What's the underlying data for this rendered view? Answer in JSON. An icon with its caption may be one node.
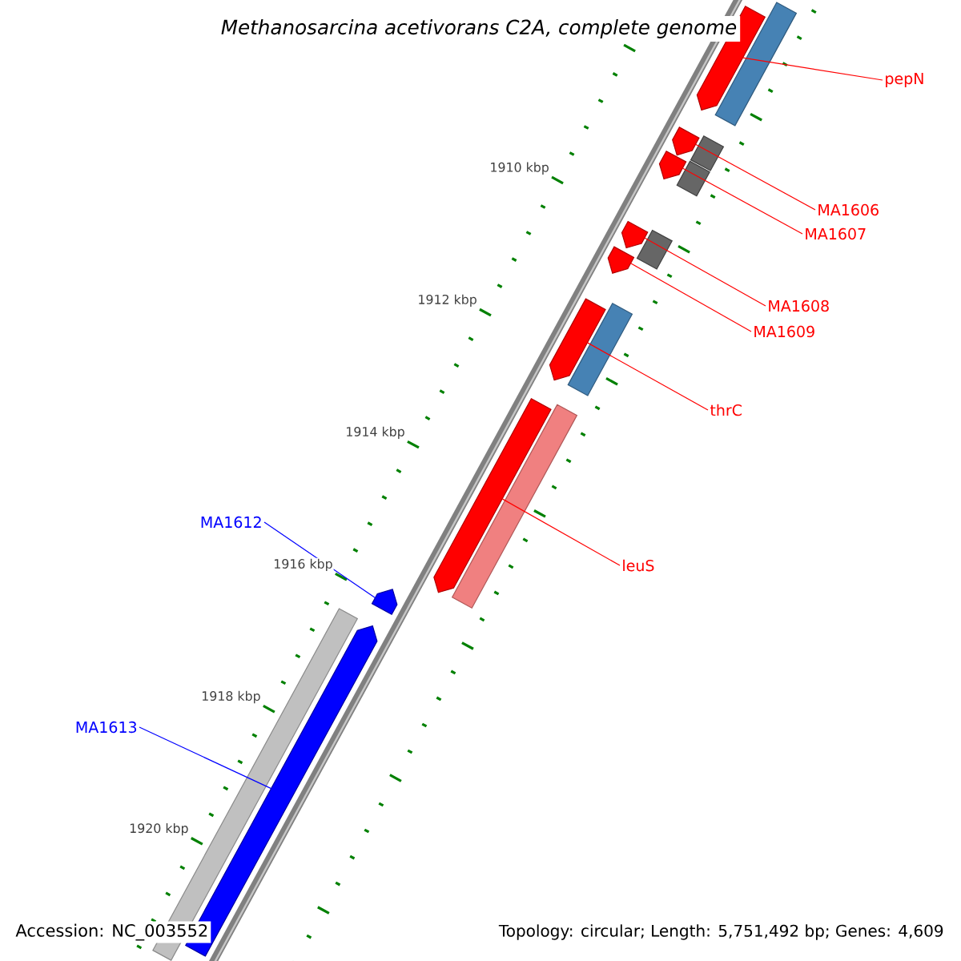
{
  "diagram": {
    "title": "Methanosarcina acetivorans C2A, complete genome",
    "nodes": [
      {
        "text": [
          "pepN"
        ]
      },
      {
        "text": [
          "MA1606"
        ]
      },
      {
        "text": [
          "MA1607"
        ]
      },
      {
        "text": [
          "MA1608"
        ]
      },
      {
        "text": [
          "MA1609"
        ]
      },
      {
        "text": [
          "thrC"
        ]
      },
      {
        "text": [
          "leuS"
        ]
      },
      {
        "text": [
          "MA1612"
        ]
      },
      {
        "text": [
          "MA1613"
        ]
      },
      {
        "text": [],
        "shape": "pentagon"
      },
      {
        "text": [],
        "shape": "bar"
      },
      {
        "text": [],
        "shape": "pentagon"
      },
      {
        "text": [],
        "shape": "bar"
      },
      {
        "text": [],
        "shape": "pentagon"
      },
      {
        "text": [],
        "shape": "bar"
      },
      {
        "text": [],
        "shape": "pentagon"
      },
      {
        "text": [],
        "shape": "bar"
      },
      {
        "text": [],
        "shape": "pentagon"
      },
      {
        "text": [],
        "shape": "pentagon"
      },
      {
        "text": [],
        "shape": "bar"
      },
      {
        "text": [],
        "shape": "pentagon"
      },
      {
        "text": [],
        "shape": "bar"
      },
      {
        "text": [],
        "shape": "pentagon"
      },
      {
        "text": [],
        "shape": "bar"
      },
      {
        "text": [],
        "shape": "pentagon"
      }
    ],
    "edges": [
      {
        "from": 0,
        "to": 9,
        "arrow": "none"
      },
      {
        "from": 1,
        "to": 11,
        "arrow": "none"
      },
      {
        "from": 2,
        "to": 13,
        "arrow": "none"
      },
      {
        "from": 3,
        "to": 15,
        "arrow": "none"
      },
      {
        "from": 4,
        "to": 17,
        "arrow": "none"
      },
      {
        "from": 5,
        "to": 18,
        "arrow": "none"
      },
      {
        "from": 6,
        "to": 20,
        "arrow": "none"
      },
      {
        "from": 7,
        "to": 22,
        "arrow": "none",
        "color": "#0000ff"
      },
      {
        "from": 8,
        "to": 24,
        "arrow": "none",
        "color": "#0000ff"
      }
    ],
    "labels": [
      "1910 kbp",
      "1912 kbp",
      "1914 kbp",
      "1916 kbp",
      "1918 kbp",
      "1920 kbp",
      "Accession: NC_003552",
      "Topology: circular; Length: 5,751,492 bp; Genes: 4,609"
    ]
  }
}
